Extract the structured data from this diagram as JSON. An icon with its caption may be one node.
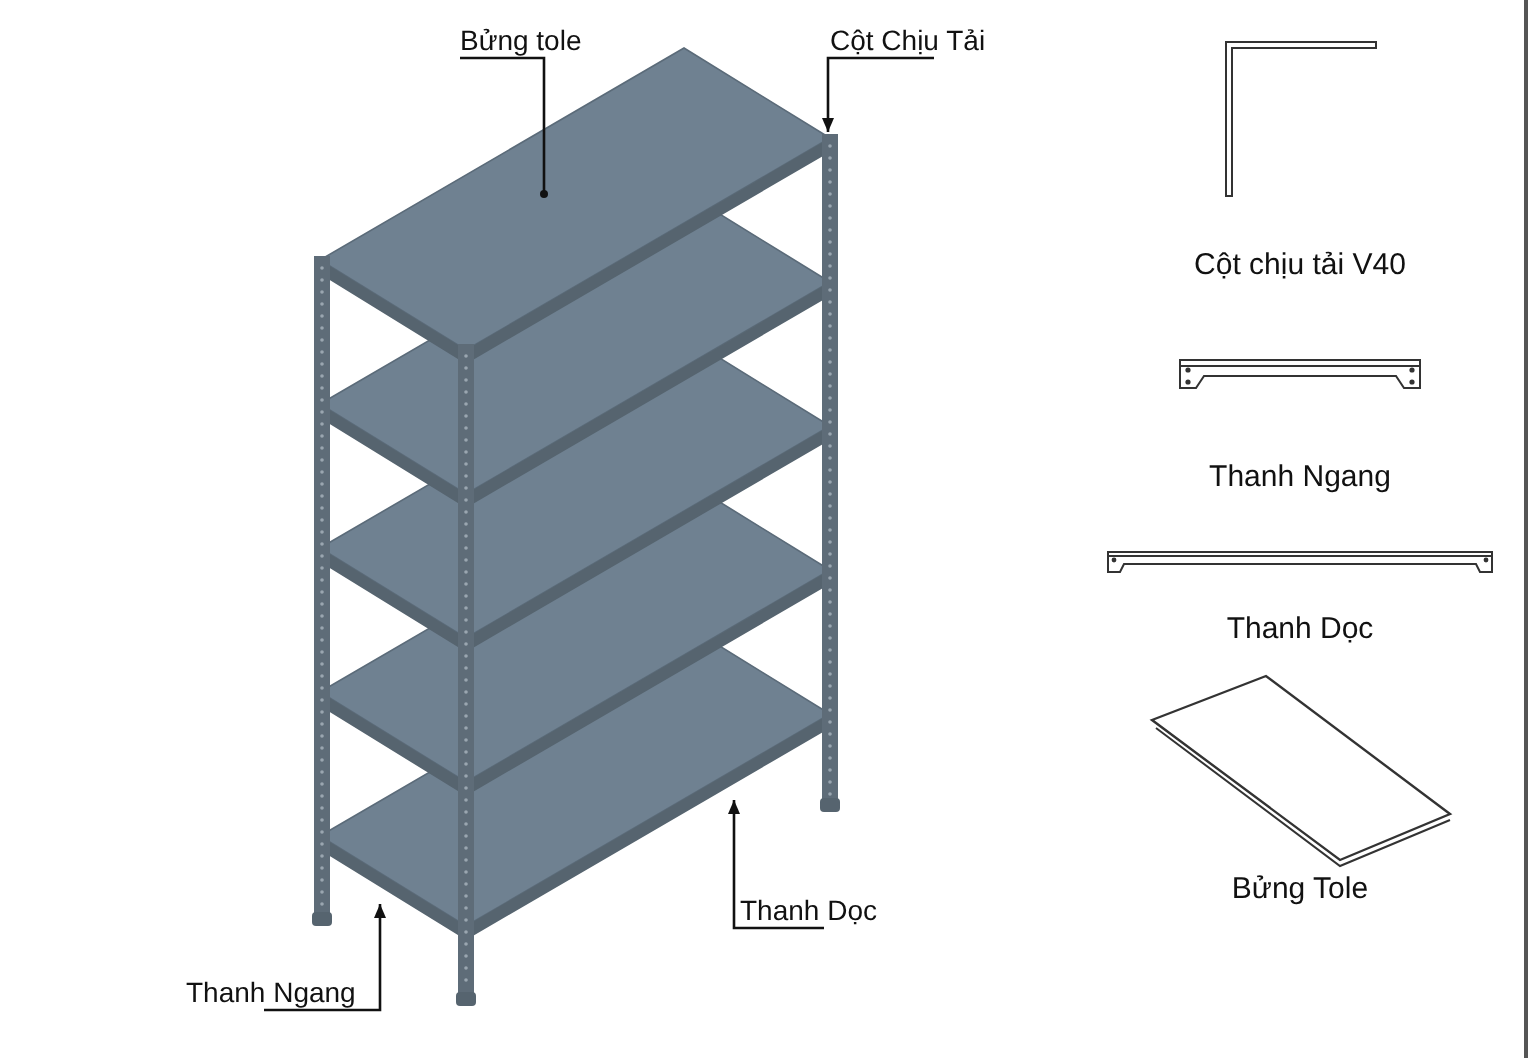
{
  "diagram": {
    "nodes": [
      {
        "text": [
          "Bửng tole"
        ]
      },
      {
        "text": [
          "Cột Chịu Tải"
        ]
      },
      {
        "text": [
          "Thanh Dọc"
        ]
      },
      {
        "text": [
          "Thanh Ngang"
        ]
      },
      {
        "text": [
          "Cột chịu tải V40"
        ]
      },
      {
        "text": [
          "Thanh Ngang"
        ]
      },
      {
        "text": [
          "Thanh Dọc"
        ]
      },
      {
        "text": [
          "Bửng Tole"
        ]
      }
    ],
    "edges": [
      {
        "from": 0,
        "to": null,
        "arrow": "other"
      },
      {
        "from": 1,
        "to": null,
        "arrow": "to"
      },
      {
        "from": 2,
        "to": null,
        "arrow": "to"
      },
      {
        "from": 3,
        "to": null,
        "arrow": "to"
      }
    ]
  }
}
